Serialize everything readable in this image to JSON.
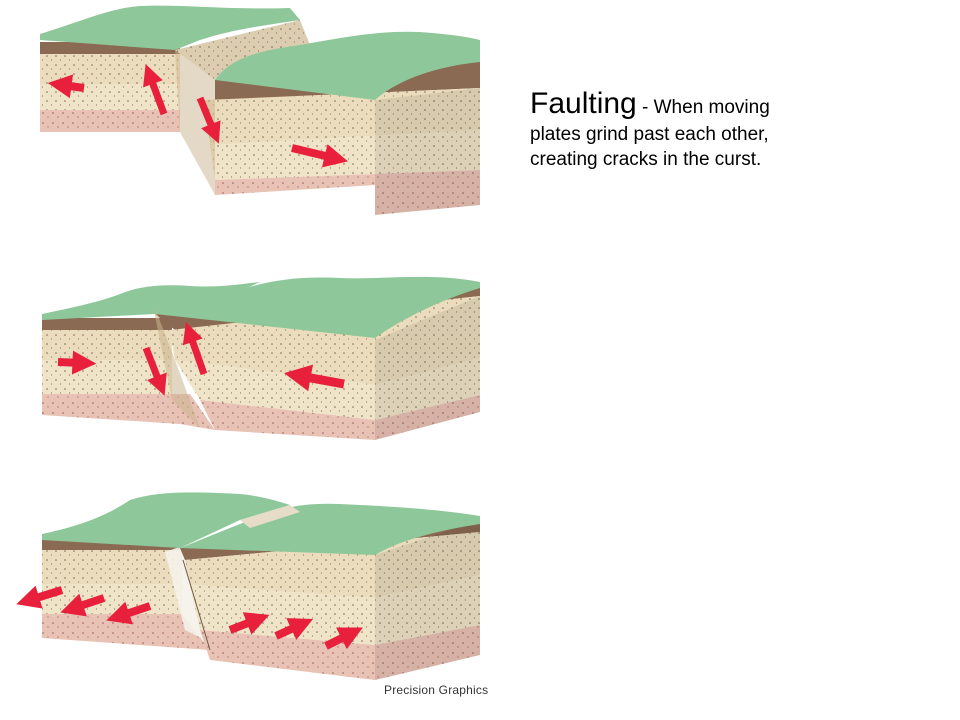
{
  "caption": {
    "term": "Faulting",
    "separator": " - ",
    "description_lines": [
      "When moving",
      "plates grind past each other,",
      "creating cracks in the curst."
    ]
  },
  "credit": "Precision Graphics",
  "colors": {
    "grass": "#8ec89a",
    "grass_light": "#a9d8b0",
    "soil": "#8a6a52",
    "sand": "#eadcbc",
    "sand_dark": "#d6c39c",
    "clay": "#e8c2b4",
    "arrow": "#e8203c"
  },
  "blocks": [
    {
      "fault_type": "normal",
      "arrow_icons": [
        "arrow-left-icon",
        "arrow-up-icon",
        "arrow-down-icon",
        "arrow-right-icon"
      ]
    },
    {
      "fault_type": "reverse",
      "arrow_icons": [
        "arrow-right-icon",
        "arrow-down-icon",
        "arrow-up-icon",
        "arrow-left-icon"
      ]
    },
    {
      "fault_type": "strike-slip",
      "arrow_icons": [
        "arrow-left-icon",
        "arrow-left-icon",
        "arrow-left-icon",
        "arrow-right-icon",
        "arrow-right-icon",
        "arrow-right-icon"
      ]
    }
  ]
}
